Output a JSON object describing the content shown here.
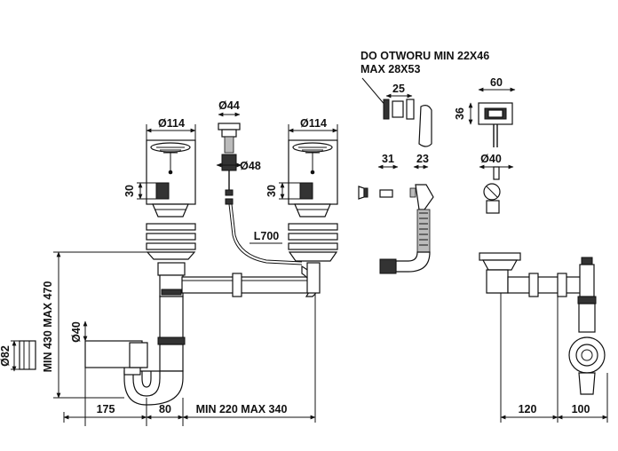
{
  "diagram": {
    "notes": {
      "hole_line1": "DO OTWORU MIN 22X46",
      "hole_line2": "MAX 28X53"
    },
    "dims": {
      "bowl1_diameter": "Ø114",
      "bowl2_diameter": "Ø114",
      "overflow_top": "Ø44",
      "overflow_body": "Ø48",
      "bowl1_height": "30",
      "bowl2_height": "30",
      "hose_length": "L700",
      "button_width": "25",
      "box_width": "60",
      "box_height": "36",
      "plug_width": "31",
      "nozzle_width": "23",
      "side_inlet": "Ø40",
      "pipe_inlet": "Ø40",
      "outlet_diameter": "Ø82",
      "height_range": "MIN 430 MAX 470",
      "left_len": "175",
      "mid_len": "80",
      "span_range": "MIN 220 MAX 340",
      "side_left": "120",
      "side_right": "100"
    }
  }
}
